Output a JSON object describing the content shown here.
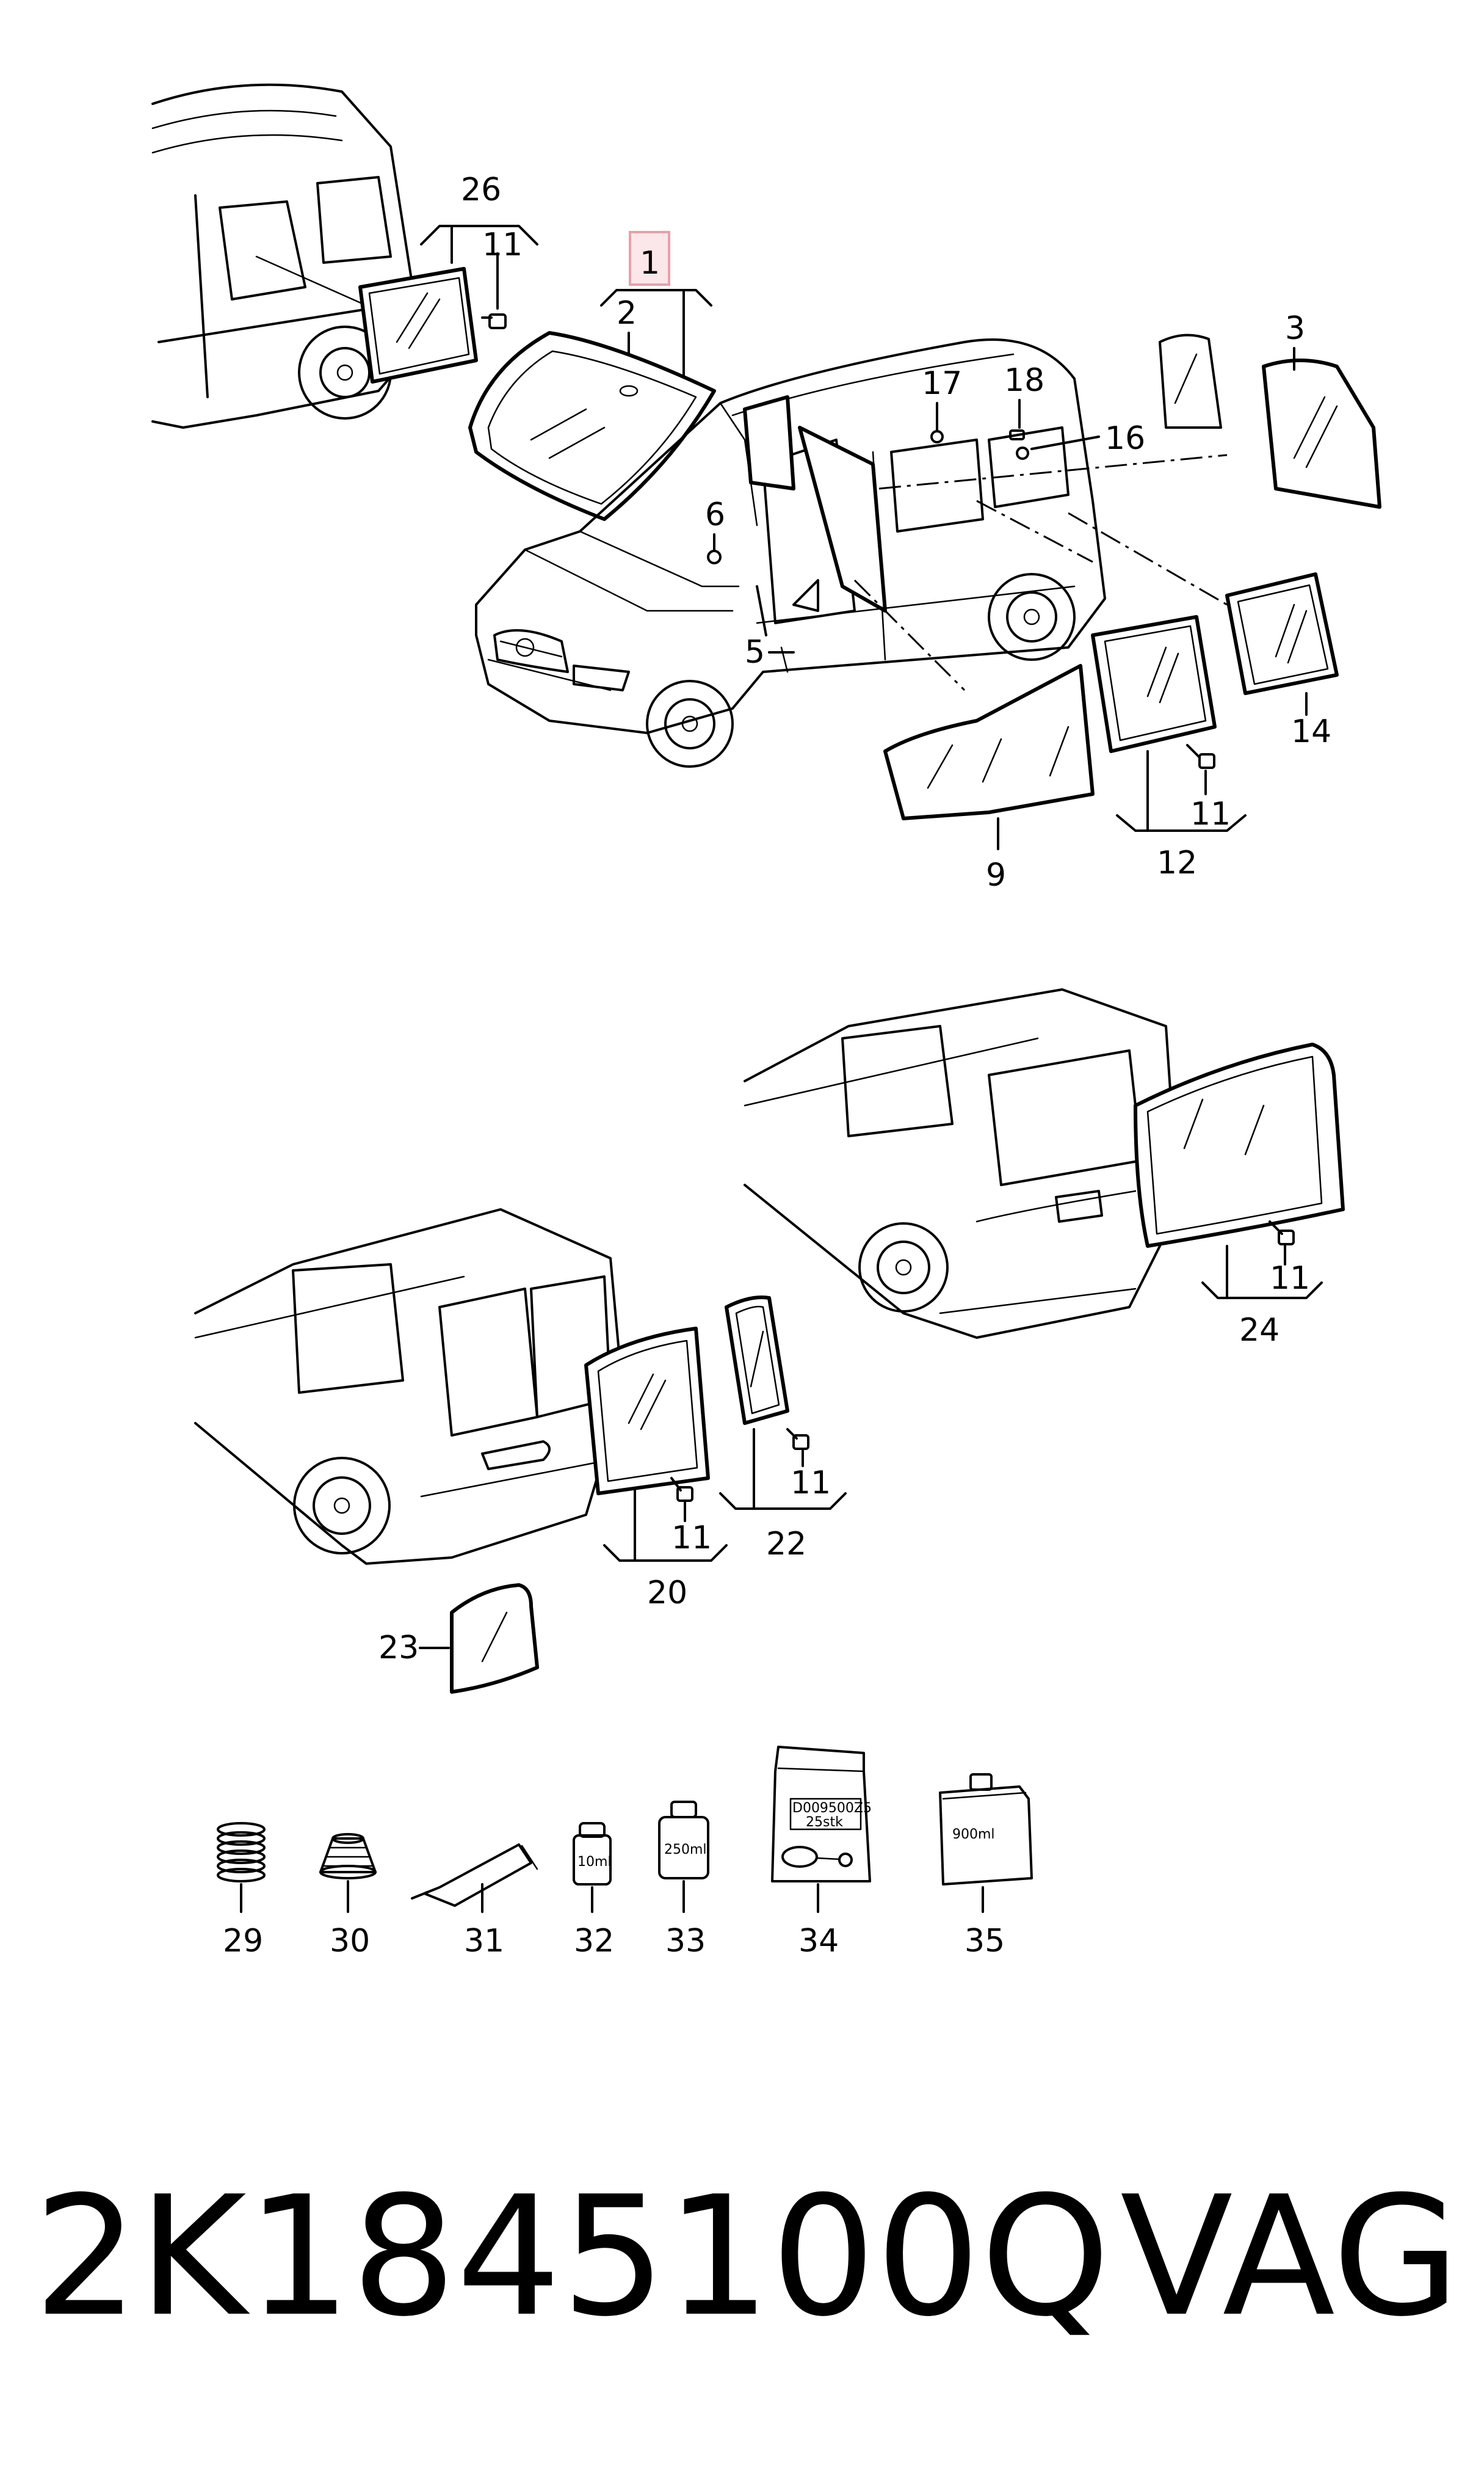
{
  "callouts": {
    "c1": "1",
    "c2": "2",
    "c3": "3",
    "c5": "5",
    "c6": "6",
    "c9": "9",
    "c11": "11",
    "c12": "12",
    "c14": "14",
    "c16": "16",
    "c17": "17",
    "c18": "18",
    "c20": "20",
    "c22": "22",
    "c23": "23",
    "c24": "24",
    "c26": "26",
    "c29": "29",
    "c30": "30",
    "c31": "31",
    "c32": "32",
    "c33": "33",
    "c34": "34",
    "c35": "35"
  },
  "packaging": {
    "bottle_small": "10ml",
    "can": "250ml",
    "bag_code": "D009500Z5",
    "bag_qty": "25stk",
    "canister": "900ml"
  },
  "footer": {
    "part_number": "2K1845100Q",
    "brand": "VAG"
  },
  "colors": {
    "line": "#000000",
    "highlight_box": "#e8a0a8",
    "highlight_fill": "#fbe6e9"
  }
}
